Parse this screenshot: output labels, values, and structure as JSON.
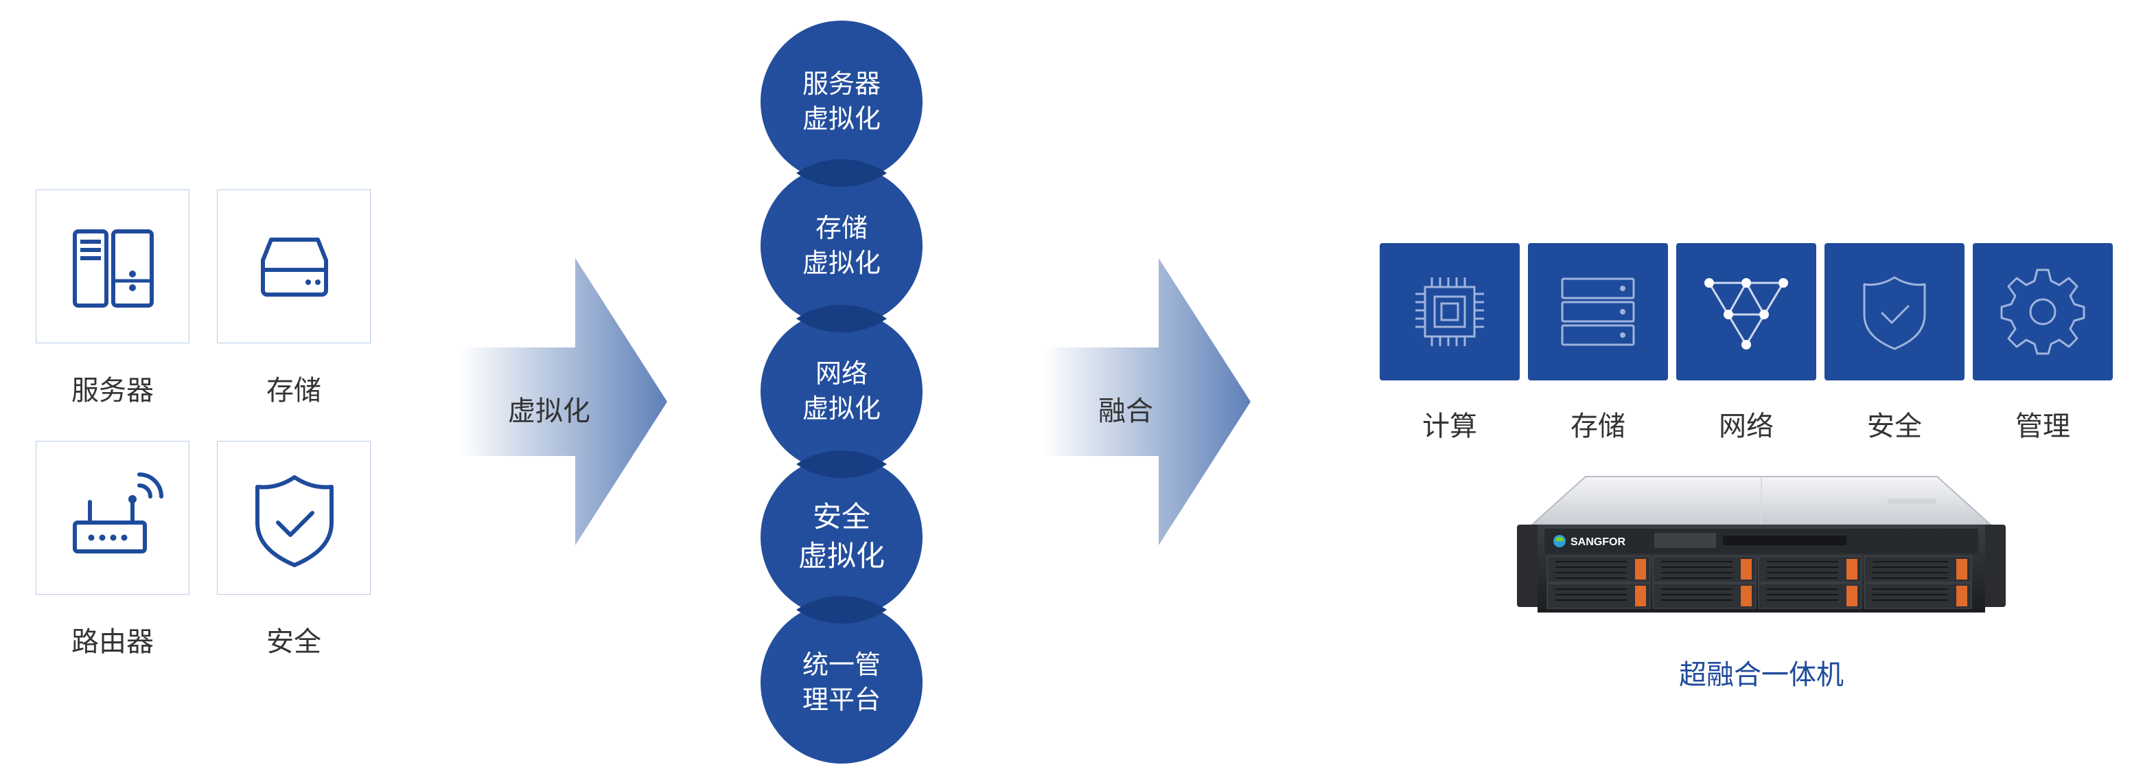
{
  "resources": [
    {
      "label": "服务器",
      "icon": "server-icon"
    },
    {
      "label": "存储",
      "icon": "storage-drive-icon"
    },
    {
      "label": "路由器",
      "icon": "router-icon"
    },
    {
      "label": "安全",
      "icon": "shield-check-icon"
    }
  ],
  "arrows": {
    "virtualize": "虚拟化",
    "converge": "融合"
  },
  "virtualization_stack": [
    {
      "line1": "服务器",
      "line2": "虚拟化"
    },
    {
      "line1": "存储",
      "line2": "虚拟化"
    },
    {
      "line1": "网络",
      "line2": "虚拟化"
    },
    {
      "line1": "安全",
      "line2": "虚拟化"
    },
    {
      "line1": "统一管",
      "line2": "理平台"
    }
  ],
  "capabilities": [
    {
      "label": "计算",
      "icon": "cpu-chip-icon"
    },
    {
      "label": "存储",
      "icon": "storage-rack-icon"
    },
    {
      "label": "网络",
      "icon": "network-topology-icon"
    },
    {
      "label": "安全",
      "icon": "shield-check-icon"
    },
    {
      "label": "管理",
      "icon": "gear-icon"
    }
  ],
  "product": {
    "label": "超融合一体机",
    "brand": "SANGFOR"
  },
  "colors": {
    "primary": "#1f4b9c",
    "box_border": "#b9cbe6",
    "arrow_start": "#ffffff",
    "arrow_end": "#5e80b8"
  }
}
